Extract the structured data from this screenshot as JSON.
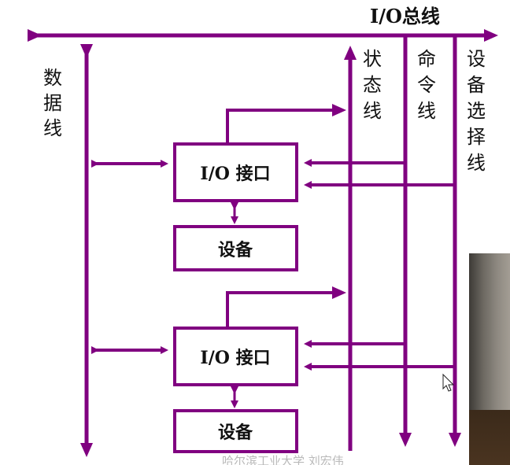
{
  "colors": {
    "bus": "#800080",
    "box_border": "#800080",
    "text": "#111111"
  },
  "labels": {
    "io_bus": "I/O总线",
    "data_bus": [
      "数",
      "据",
      "线"
    ],
    "status_bus": [
      "状",
      "态",
      "线"
    ],
    "command_bus": [
      "命",
      "令",
      "线"
    ],
    "device_select_bus": [
      "设",
      "备",
      "选",
      "择",
      "线"
    ]
  },
  "blocks": {
    "interface_1": "I/O 接口",
    "device_1": "设备",
    "interface_2": "I/O 接口",
    "device_2": "设备"
  },
  "watermark": "哈尔滨工业大学 刘宏伟"
}
